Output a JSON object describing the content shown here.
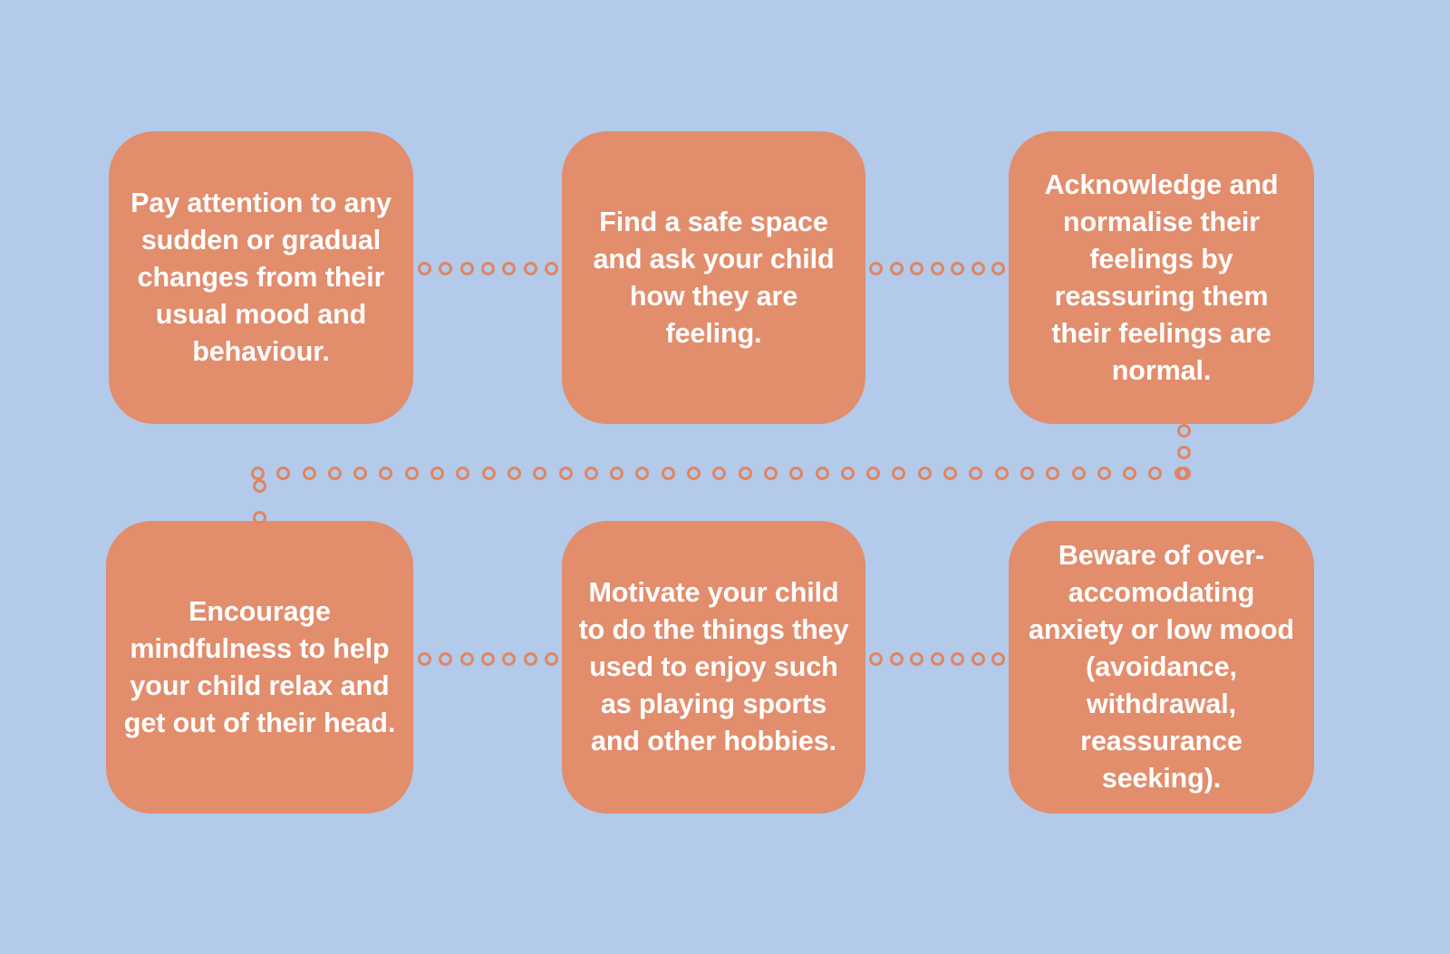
{
  "theme": {
    "background_color": "#b3caea",
    "card_color": "#e28d6c",
    "card_text_color": "#ffffff",
    "connector_dot_color": "#e08562"
  },
  "cards": [
    {
      "id": "card-1",
      "text": "Pay attention to any sudden or gradual changes from their usual mood and behaviour."
    },
    {
      "id": "card-2",
      "text": "Find a safe space and ask your child how they are feeling."
    },
    {
      "id": "card-3",
      "text": "Acknowledge and normalise their feelings by reassuring them their feelings are normal."
    },
    {
      "id": "card-4",
      "text": "Encourage mindfulness to help your child relax and get out of their head."
    },
    {
      "id": "card-5",
      "text": "Motivate your child to do the things they used to enjoy such as playing sports and other hobbies."
    },
    {
      "id": "card-6",
      "text": "Beware of over-accomodating anxiety or low mood (avoidance, withdrawal, reassurance seeking)."
    }
  ],
  "connectors": [
    {
      "id": "conn-r1-a",
      "orientation": "horizontal",
      "dot_count": 7
    },
    {
      "id": "conn-r1-b",
      "orientation": "horizontal",
      "dot_count": 7
    },
    {
      "id": "conn-v-right",
      "orientation": "vertical",
      "dot_count": 3
    },
    {
      "id": "conn-mid",
      "orientation": "horizontal",
      "dot_count": 37
    },
    {
      "id": "conn-v-left",
      "orientation": "vertical",
      "dot_count": 2
    },
    {
      "id": "conn-r2-a",
      "orientation": "horizontal",
      "dot_count": 7
    },
    {
      "id": "conn-r2-b",
      "orientation": "horizontal",
      "dot_count": 7
    }
  ]
}
